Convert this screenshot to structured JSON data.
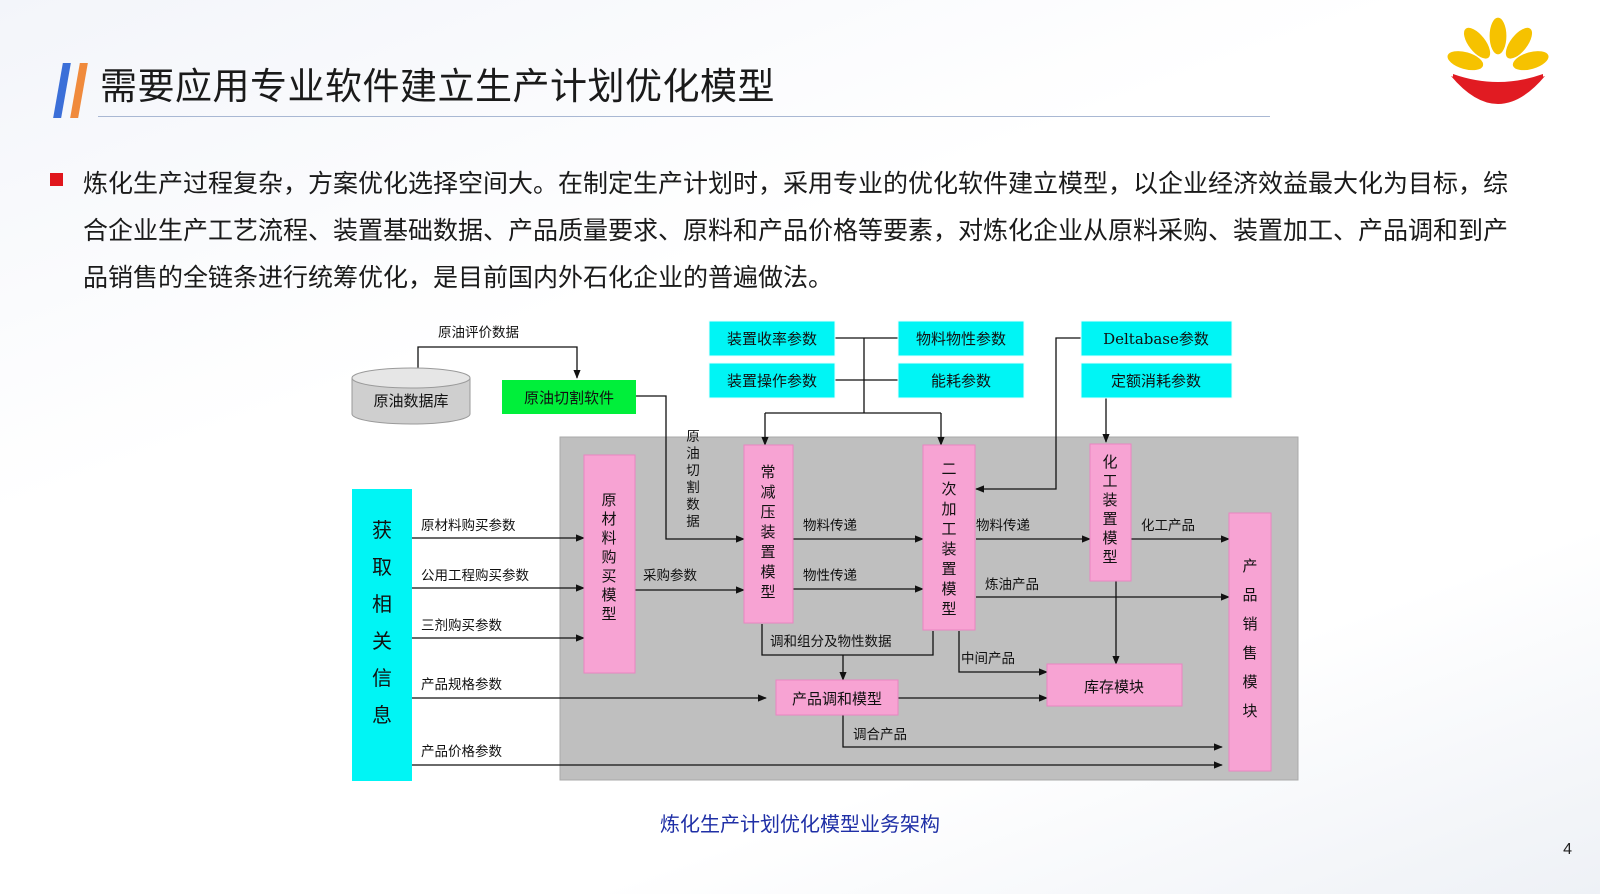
{
  "header": {
    "title": "需要应用专业软件建立生产计划优化模型",
    "page_number": "4"
  },
  "intro": {
    "paragraph": "炼化生产过程复杂，方案优化选择空间大。在制定生产计划时，采用专业的优化软件建立模型，以企业经济效益最大化为目标，综合企业生产工艺流程、装置基础数据、产品质量要求、原料和产品价格等要素，对炼化企业从原料采购、装置加工、产品调和到产品销售的全链条进行统筹优化，是目前国内外石化企业的普遍做法。"
  },
  "diagram": {
    "nodes": {
      "crude_db": "原油数据库",
      "cutting_sw": "原油切割软件",
      "yield_params": "装置收率参数",
      "operation_params": "装置操作参数",
      "property_params": "物料物性参数",
      "energy_params": "能耗参数",
      "deltabase_params": "Deltabase参数",
      "quota_params": "定额消耗参数",
      "info": "获取相关信息",
      "purchase_model": "原材料购买模型",
      "cdu_model": "常减压装置模型",
      "secondary_model": "二次加工装置模型",
      "chem_model": "化工装置模型",
      "sales_module": "产品销售模块",
      "blend_model": "产品调和模型",
      "inventory_module": "库存模块"
    },
    "labels": {
      "crude_eval": "原油评价数据",
      "cut_data": "原油切割数据",
      "raw_buy": "原材料购买参数",
      "utility_buy": "公用工程购买参数",
      "chem3_buy": "三剂购买参数",
      "product_spec": "产品规格参数",
      "product_price": "产品价格参数",
      "purchase_params": "采购参数",
      "material_transfer_1": "物料传递",
      "property_transfer": "物性传递",
      "material_transfer_2": "物料传递",
      "chem_products": "化工产品",
      "refined_products": "炼油产品",
      "blend_data": "调和组分及物性数据",
      "intermediate": "中间产品",
      "blended_products": "调合产品"
    }
  },
  "caption": "炼化生产计划优化模型业务架构",
  "colors": {
    "accent_blue": "#3b6fd8",
    "accent_orange": "#f08a3c",
    "bullet_red": "#e0161c",
    "cyan": "#00f5f5",
    "pink": "#f7a3d3",
    "green": "#00ef3a",
    "gray_panel": "#bfbfbf",
    "caption_blue": "#1f2fa6"
  }
}
